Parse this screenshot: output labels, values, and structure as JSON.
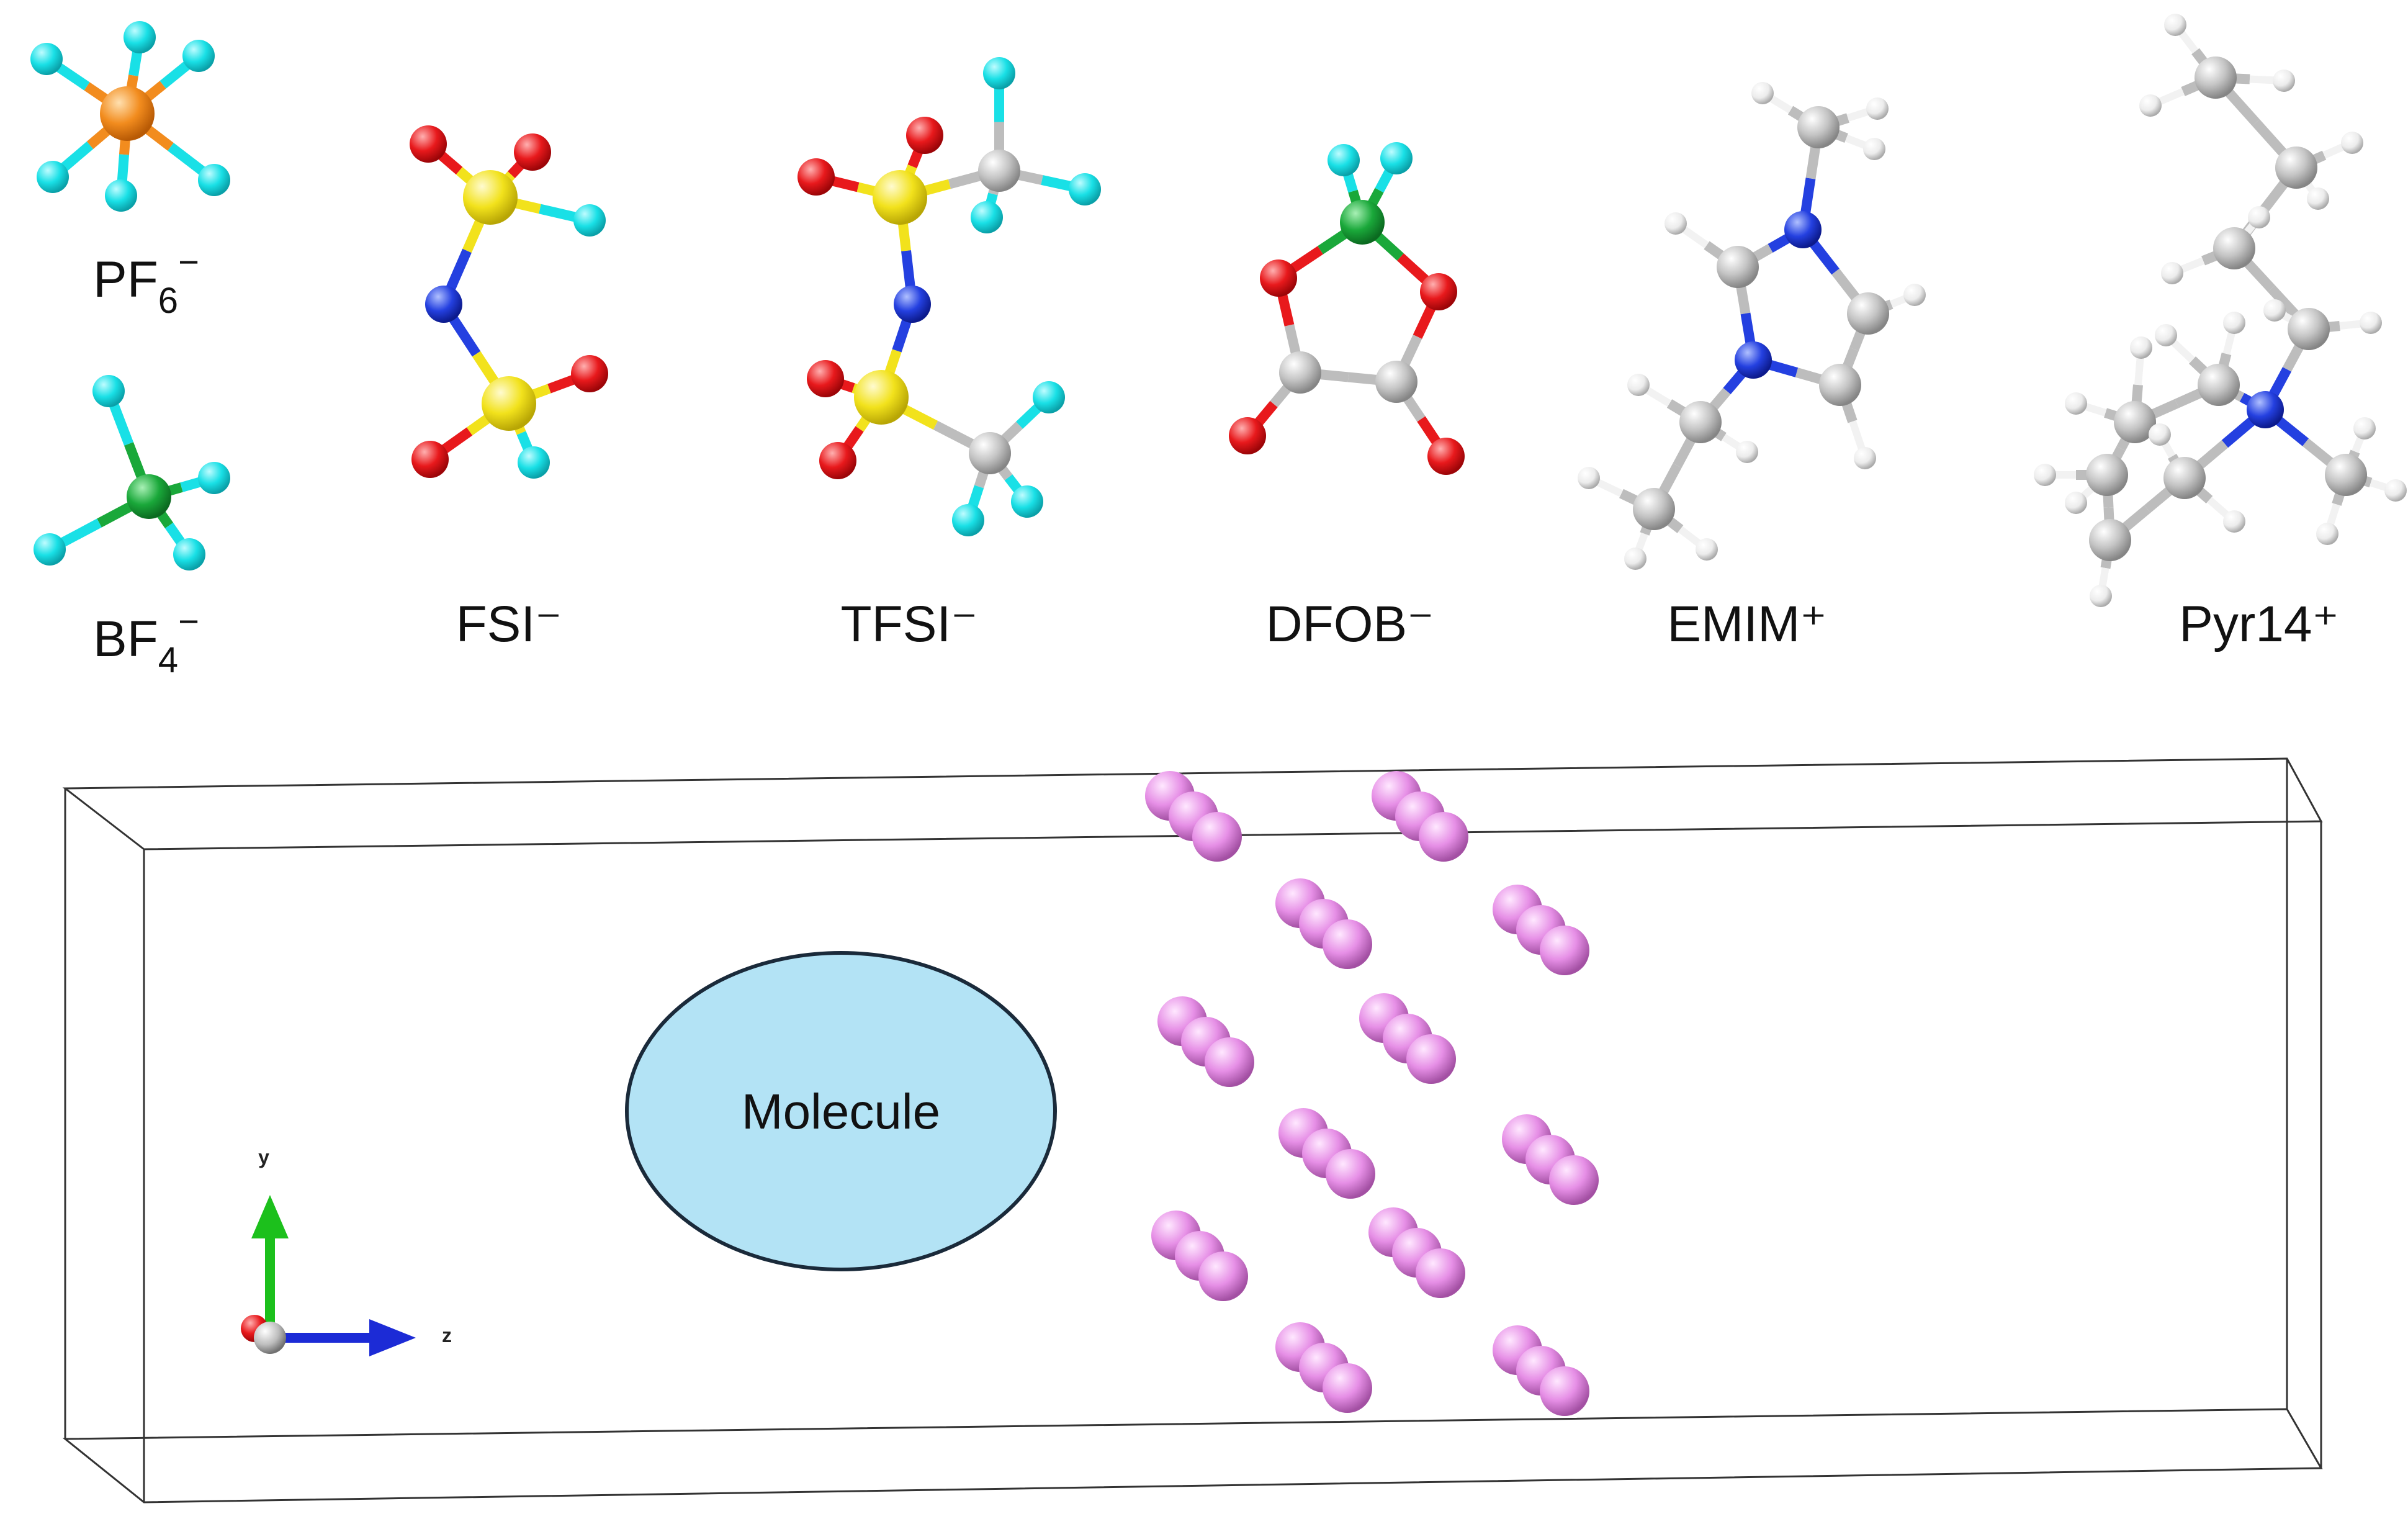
{
  "labels": {
    "pf6_base": "PF",
    "pf6_sub": "6",
    "pf6_charge": "−",
    "bf4_base": "BF",
    "bf4_sub": "4",
    "bf4_charge": "−",
    "fsi": "FSI⁻",
    "tfsi": "TFSI⁻",
    "dfob": "DFOB⁻",
    "emim": "EMIM⁺",
    "pyr14": "Pyr14⁺"
  },
  "simulation_box": {
    "center_label": "Molecule",
    "axis_y": "y",
    "axis_z": "z"
  },
  "colors": {
    "F": "#19e0e6",
    "P": "#f28c1e",
    "B": "#1aa83a",
    "S": "#f2e21c",
    "O": "#e8191c",
    "N": "#2440e0",
    "C": "#bdbdbd",
    "H": "#f2f2f2",
    "Li": "#e68fe6",
    "molecule_fill": "#b3e3f5",
    "axis_y": "#1cc01c",
    "axis_z": "#1c2bd6"
  }
}
